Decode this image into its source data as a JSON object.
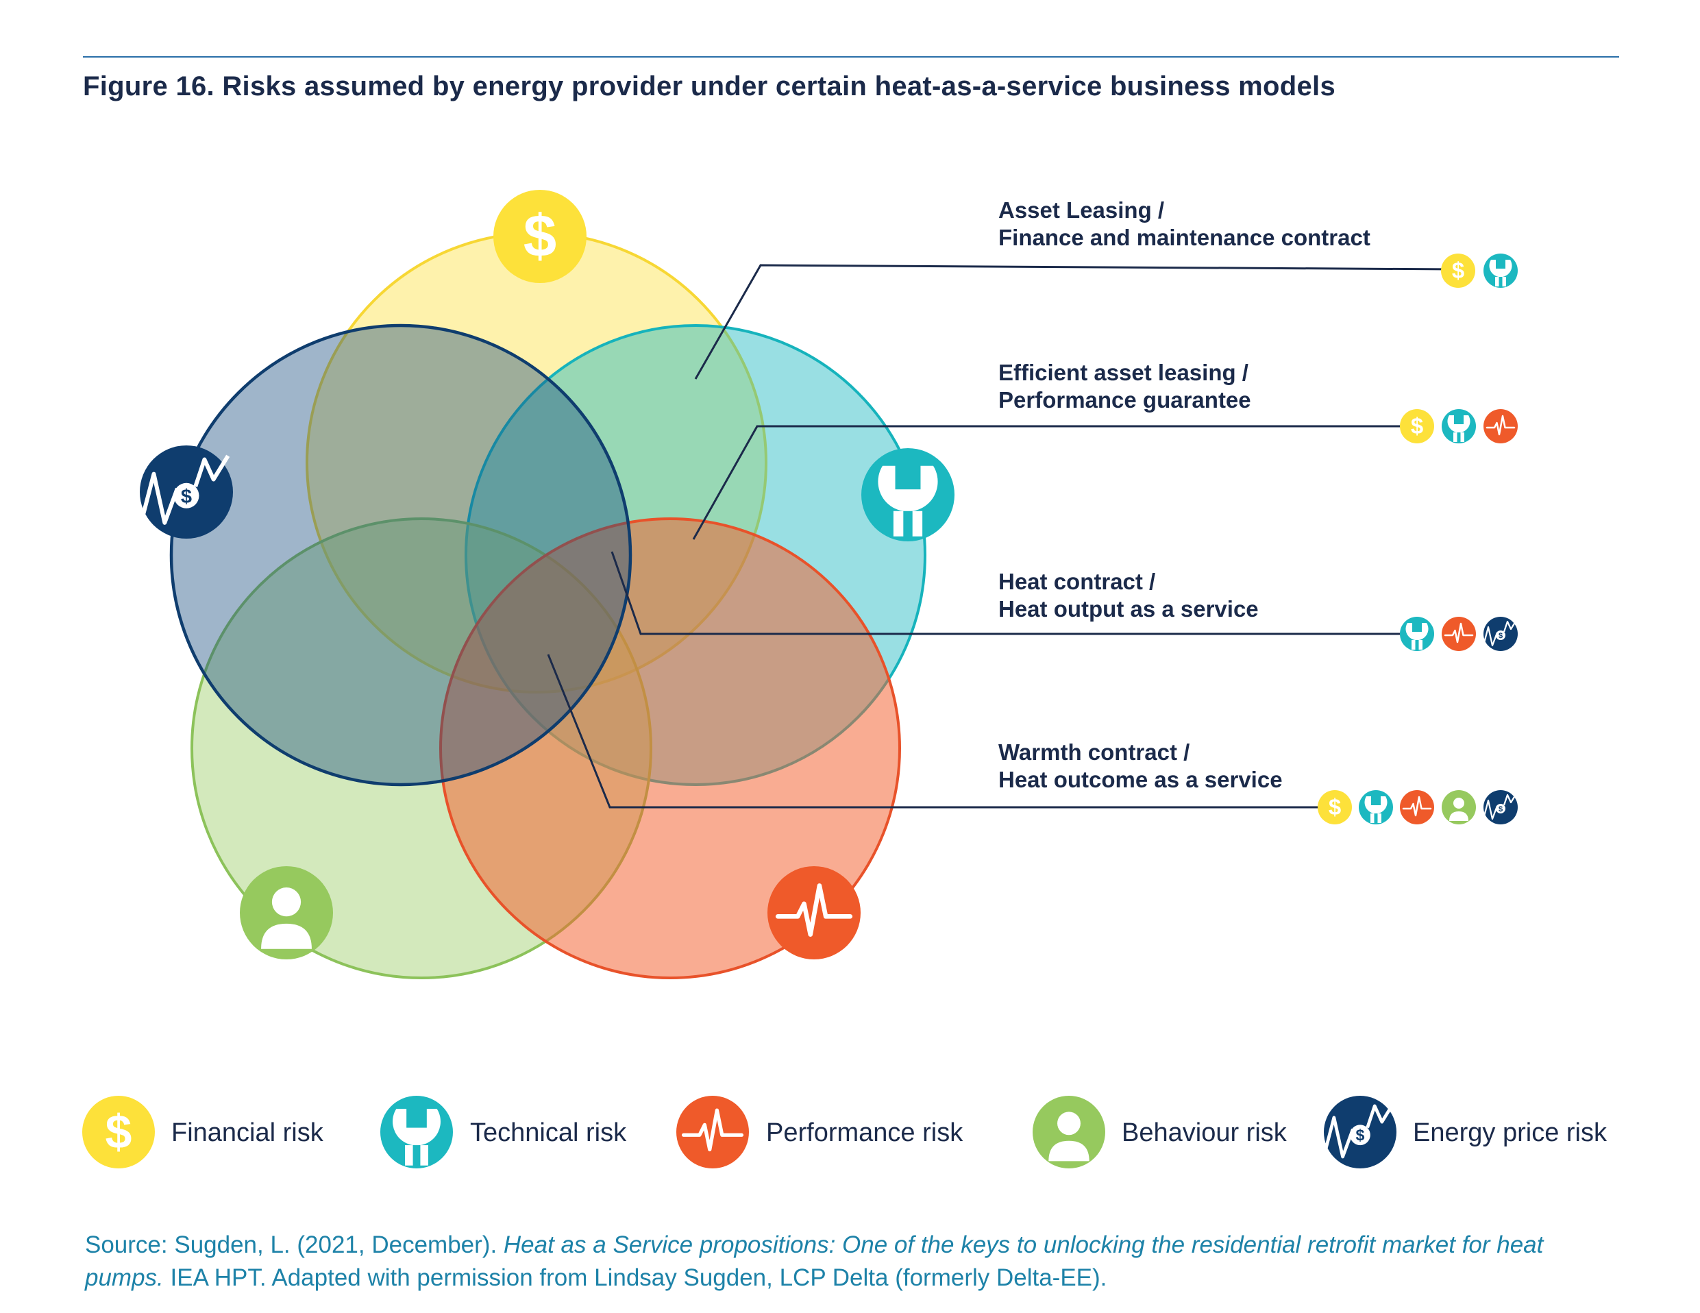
{
  "figure_title": "Figure 16. Risks assumed by energy provider under certain heat-as-a-service business models",
  "risks": [
    {
      "key": "financial",
      "label": "Financial risk",
      "color": "#fde13a",
      "icon": "dollar-icon"
    },
    {
      "key": "technical",
      "label": "Technical risk",
      "color": "#1cb8c0",
      "icon": "wrench-icon"
    },
    {
      "key": "performance",
      "label": "Performance risk",
      "color": "#ef5a2a",
      "icon": "pulse-icon"
    },
    {
      "key": "behaviour",
      "label": "Behaviour risk",
      "color": "#96c95e",
      "icon": "person-icon"
    },
    {
      "key": "energy_price",
      "label": "Energy price risk",
      "color": "#0f3d6e",
      "icon": "price-zigzag-icon"
    }
  ],
  "business_models": [
    {
      "line1": "Asset Leasing /",
      "line2": "Finance and maintenance contract",
      "risks": [
        "financial",
        "technical"
      ]
    },
    {
      "line1": "Efficient asset leasing /",
      "line2": "Performance guarantee",
      "risks": [
        "financial",
        "technical",
        "performance"
      ]
    },
    {
      "line1": "Heat contract /",
      "line2": "Heat output as a service",
      "risks": [
        "technical",
        "performance",
        "energy_price"
      ]
    },
    {
      "line1": "Warmth contract /",
      "line2": "Heat outcome as a service",
      "risks": [
        "financial",
        "technical",
        "performance",
        "behaviour",
        "energy_price"
      ]
    }
  ],
  "source": {
    "prefix": "Source: Sugden, L. (2021, December). ",
    "title": "Heat as a Service propositions: One of the keys to unlocking the residential retrofit market for heat pumps.",
    "suffix": " IEA HPT. Adapted with permission from Lindsay Sugden, LCP Delta (formerly Delta-EE)."
  }
}
